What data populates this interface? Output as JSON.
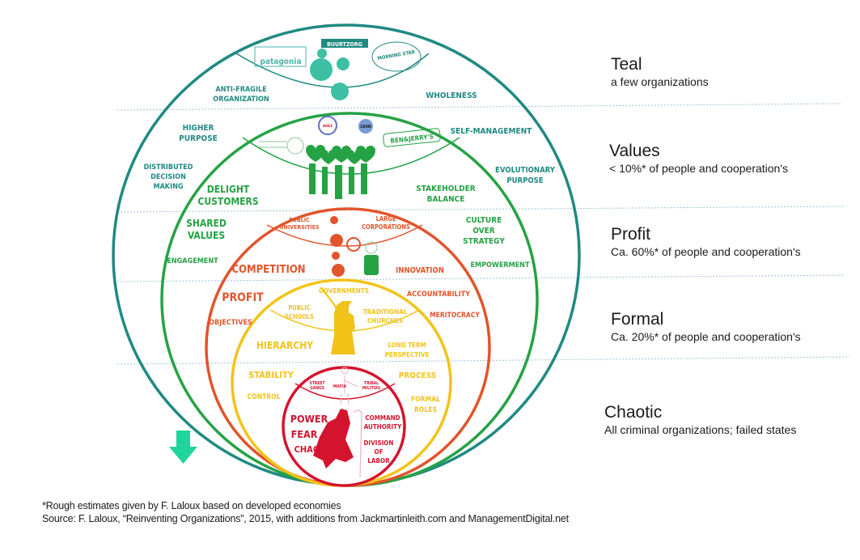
{
  "levels": [
    {
      "name": "Teal",
      "description": "a few organizations",
      "color": "#1f8a82"
    },
    {
      "name": "Values",
      "description": "< 10%* of people and cooperation's",
      "color": "#25a244"
    },
    {
      "name": "Profit",
      "description": "Ca. 60%* of people and cooperation's",
      "color": "#e2542b"
    },
    {
      "name": "Formal",
      "description": "Ca. 20%* of people and cooperation's",
      "color": "#f2c318"
    },
    {
      "name": "Chaotic",
      "description": "All criminal organizations; failed states",
      "color": "#d4142e"
    }
  ],
  "teal": {
    "logos": [
      "BUURTZORG",
      "patagonia",
      "MORNING STAR"
    ],
    "labels": [
      "ANTI-FRAGILE",
      "ORGANIZATION",
      "WHOLENESS",
      "HIGHER",
      "PURPOSE",
      "SELF-MANAGEMENT",
      "DISTRIBUTED",
      "DECISION",
      "MAKING",
      "EVOLUTIONARY",
      "PURPOSE"
    ]
  },
  "values": {
    "logos": [
      "AGILE",
      "LEAN",
      "BEN&JERRY'S"
    ],
    "labels": [
      "DELIGHT",
      "CUSTOMERS",
      "STAKEHOLDER",
      "BALANCE",
      "SHARED",
      "VALUES",
      "CULTURE",
      "OVER",
      "STRATEGY",
      "ENGAGEMENT",
      "EMPOWERMENT"
    ]
  },
  "profit": {
    "examples": [
      "PUBLIC",
      "UNIVERSITIES",
      "LARGE",
      "CORPORATIONS"
    ],
    "labels": [
      "COMPETITION",
      "INNOVATION",
      "PROFIT",
      "ACCOUNTABILITY",
      "OBJECTIVES",
      "MERITOCRACY"
    ]
  },
  "formal": {
    "examples": [
      "GOVERNMENTS",
      "PUBLIC",
      "SCHOOLS",
      "TRADITIONAL",
      "CHURCHES"
    ],
    "labels": [
      "HIERARCHY",
      "LONG TERM",
      "PERSPECTIVE",
      "STABILITY",
      "PROCESS",
      "CONTROL",
      "FORMAL",
      "ROLES"
    ]
  },
  "chaotic": {
    "examples": [
      "STREET",
      "GANGS",
      "MAFIA",
      "TRIBAL",
      "MILITIAS"
    ],
    "labels": [
      "POWER",
      "FEAR",
      "CHAOS",
      "COMMAND",
      "AUTHORITY",
      "DIVISION",
      "OF",
      "LABOR"
    ]
  },
  "arrow": {
    "color": "#1fd59a",
    "icon": "arrow-down-icon"
  },
  "footnote": {
    "line1": "*Rough estimates given by F. Laloux based on developed economies",
    "line2": "Source: F. Laloux, “Reinventing Organizations”, 2015, with additions from Jackmartinleith.com and ManagementDigital.net"
  }
}
